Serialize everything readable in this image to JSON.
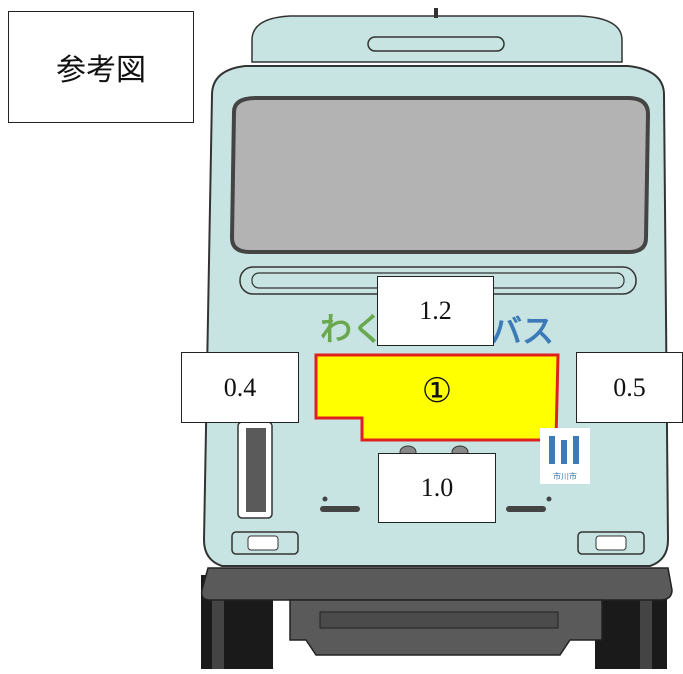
{
  "reference_label": "参考図",
  "bus": {
    "name_text_left": "わく",
    "name_text_right": "バス",
    "city_text": "市川市",
    "colors": {
      "body": "#c7e4e3",
      "window": "#b3b3b3",
      "bumper": "#5a5a5a",
      "tire": "#1a1a1a",
      "ad_area_fill": "#ffff00",
      "ad_area_stroke": "#e0201e",
      "logo_green": "#6aa84f",
      "logo_blue": "#3d7ab8"
    }
  },
  "ad_area": {
    "marker": "①"
  },
  "dimensions": {
    "top": "1.2",
    "left": "0.4",
    "right": "0.5",
    "bottom": "1.0"
  }
}
